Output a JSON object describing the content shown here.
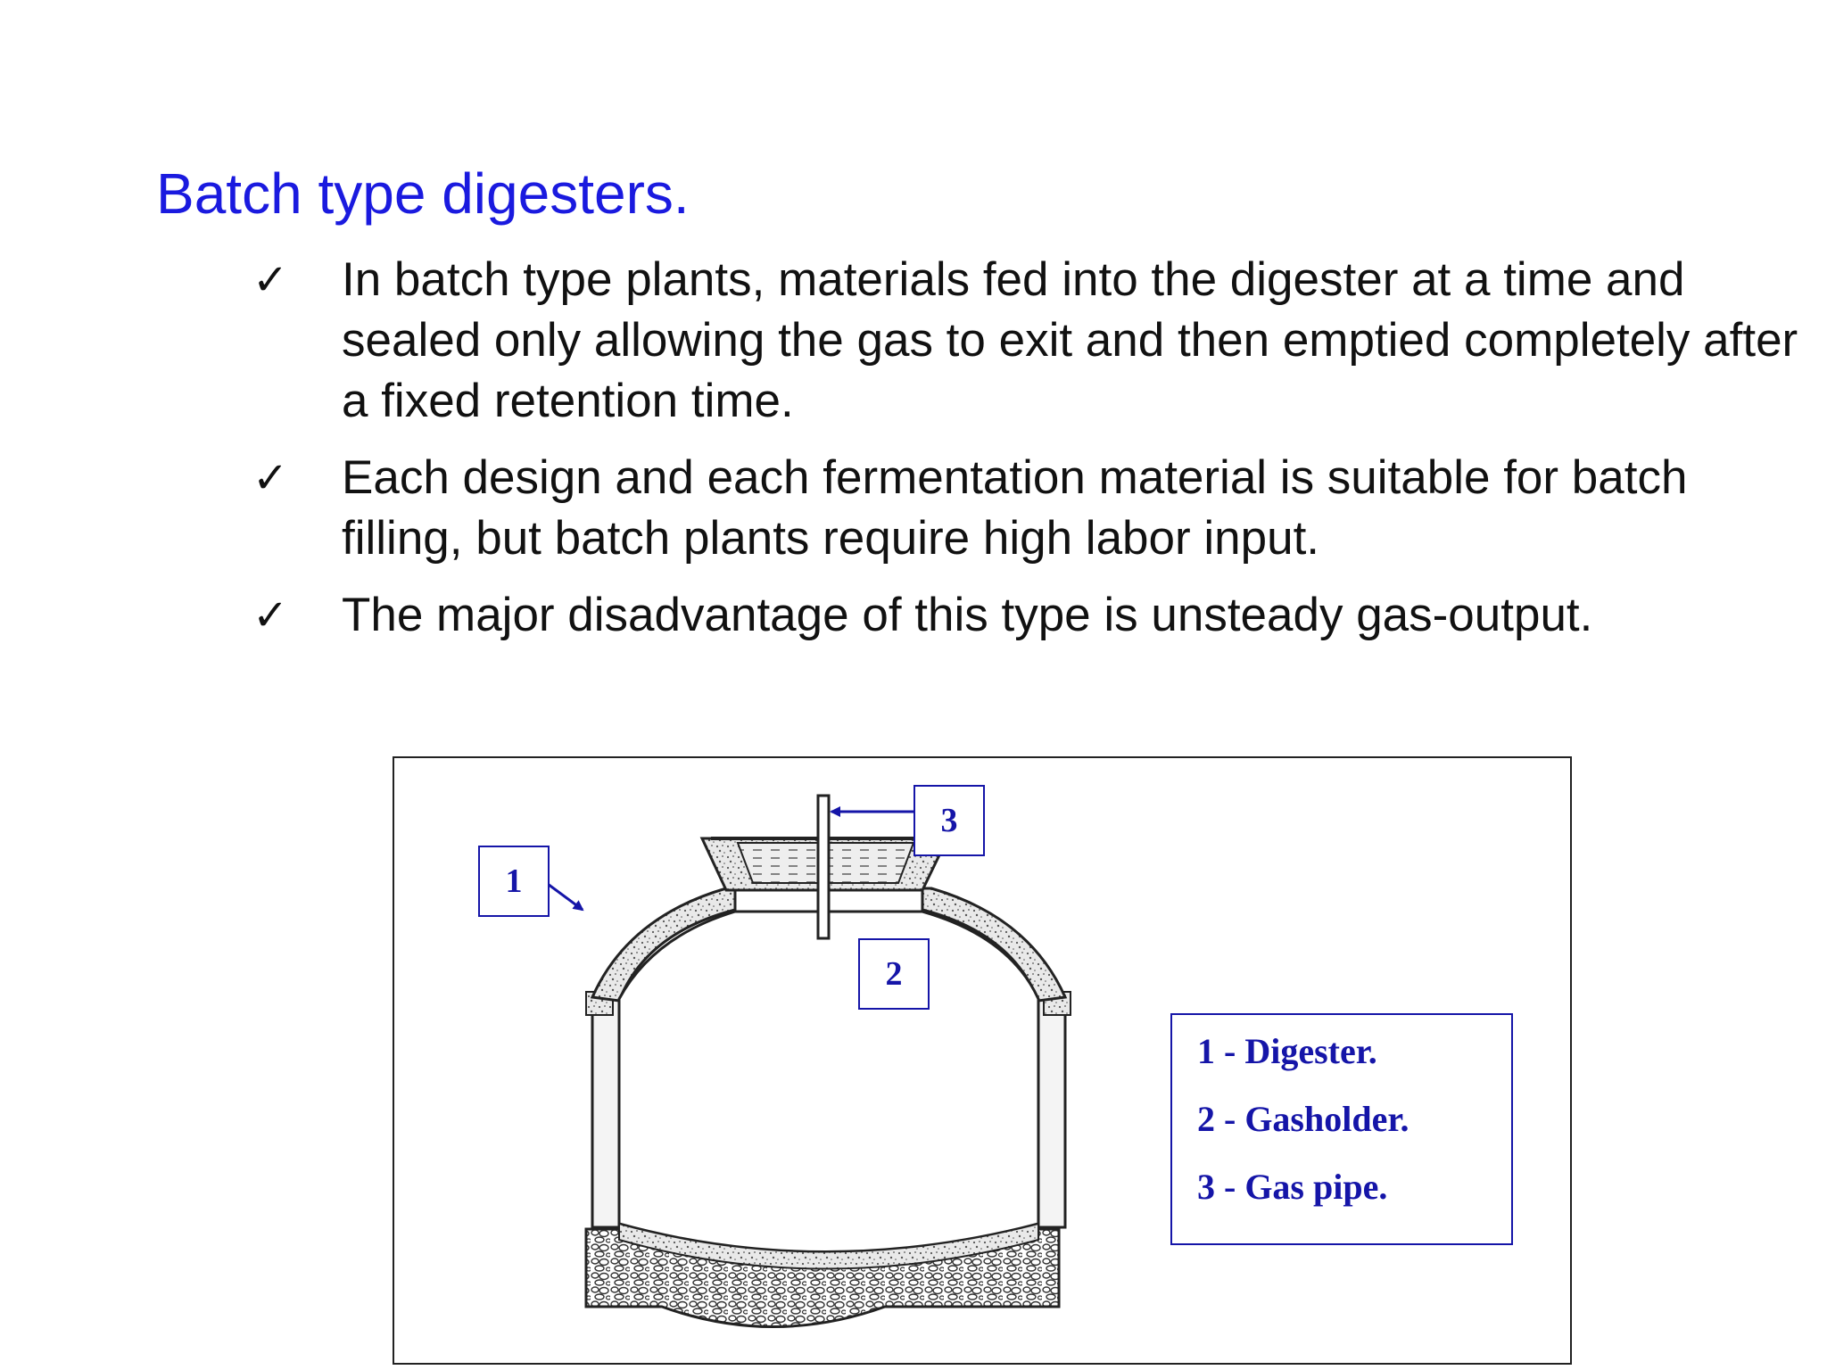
{
  "slide": {
    "title": "Batch type digesters."
  },
  "bullets": [
    {
      "icon": "check-mark-icon",
      "text": "In batch type plants, materials fed into the digester at a time and sealed only allowing the gas to exit and then emptied completely after a fixed retention time."
    },
    {
      "icon": "check-mark-icon",
      "text": "Each design and each fermentation material is suitable for batch filling, but batch plants require high labor input."
    },
    {
      "icon": "check-mark-icon",
      "text": "The major disadvantage of this type is unsteady gas-output."
    }
  ],
  "diagram": {
    "callouts": {
      "one": "1",
      "two": "2",
      "three": "3"
    },
    "legend": [
      "1 - Digester.",
      "2 - Gasholder.",
      "3 - Gas pipe."
    ],
    "colors": {
      "accent": "#1515a8",
      "title": "#1a1adf",
      "line": "#222222"
    }
  }
}
